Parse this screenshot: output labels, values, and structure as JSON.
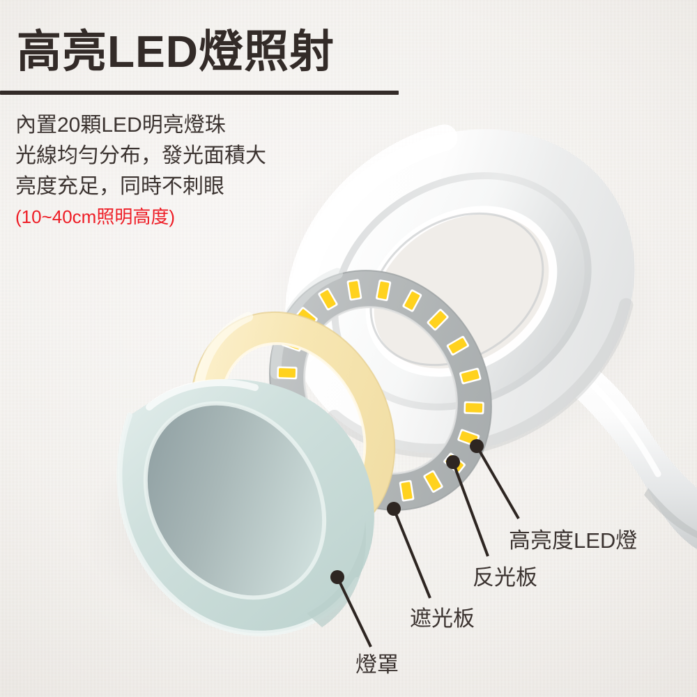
{
  "header": {
    "title": "高亮LED燈照射",
    "divider_color": "#332b28"
  },
  "description": {
    "lines": [
      "內置20顆LED明亮燈珠",
      "光線均勻分布，發光面積大",
      "亮度充足，同時不刺眼"
    ],
    "note": "(10~40cm照明高度)",
    "note_color": "#ee1c25"
  },
  "callouts": [
    {
      "id": "led-board",
      "label": "高亮度LED燈"
    },
    {
      "id": "reflector",
      "label": "反光板"
    },
    {
      "id": "diffuser",
      "label": "遮光板"
    },
    {
      "id": "lampshade",
      "label": "燈罩"
    }
  ],
  "product": {
    "led_count": 20,
    "parts": [
      {
        "name": "lamp-head-housing",
        "color": "#ffffff"
      },
      {
        "name": "led-pcb-ring",
        "color": "#b9bcbd"
      },
      {
        "name": "led-chip",
        "color": "#ffd21e"
      },
      {
        "name": "reflector-ring",
        "color": "#f7e6b4"
      },
      {
        "name": "lampshade-ring",
        "color": "#cfe0dd"
      },
      {
        "name": "lamp-arm",
        "color": "#f2f2f2"
      }
    ]
  },
  "background": {
    "color": "#f4f1ed",
    "texture": "linen"
  }
}
